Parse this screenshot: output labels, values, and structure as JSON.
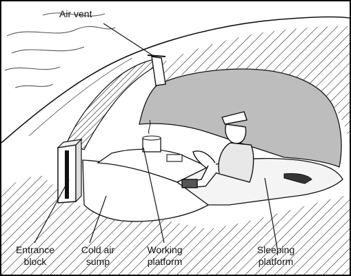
{
  "diagram": {
    "labels": {
      "air_vent": "Air vent",
      "entrance_block_1": "Entrance",
      "entrance_block_2": "block",
      "cold_air_sump_1": "Cold air",
      "cold_air_sump_2": "sump",
      "working_platform_1": "Working",
      "working_platform_2": "platform",
      "sleeping_platform_1": "Sleeping",
      "sleeping_platform_2": "platform"
    },
    "colors": {
      "ink": "#111111",
      "interior_shadow": "#bdbdbd",
      "background": "#ffffff"
    }
  }
}
